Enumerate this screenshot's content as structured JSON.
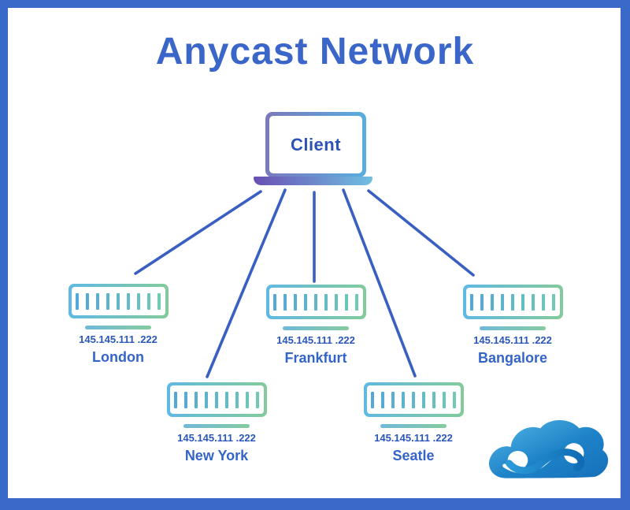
{
  "title": "Anycast Network",
  "client": {
    "label": "Client"
  },
  "servers": [
    {
      "city": "London",
      "ip": "145.145.111 .222"
    },
    {
      "city": "Frankfurt",
      "ip": "145.145.111 .222"
    },
    {
      "city": "Bangalore",
      "ip": "145.145.111 .222"
    },
    {
      "city": "New York",
      "ip": "145.145.111 .222"
    },
    {
      "city": "Seatle",
      "ip": "145.145.111 .222"
    }
  ],
  "icons": {
    "client_device": "laptop-icon",
    "server_device": "server-icon",
    "logo": "cloud-logo-icon"
  },
  "colors": {
    "frame_border": "#3a6ac9",
    "title_text": "#3b66c9",
    "connection_line": "#3a5fc3",
    "ip_text": "#2b57b8",
    "city_text": "#3464c8",
    "client_text": "#2d52b6",
    "server_gradient_left": "#5fb9e3",
    "server_gradient_right": "#83cb9b",
    "laptop_gradient_left": "#6a4fb3",
    "laptop_gradient_right": "#6fc0e2",
    "logo_blue": "#1e82c8"
  }
}
